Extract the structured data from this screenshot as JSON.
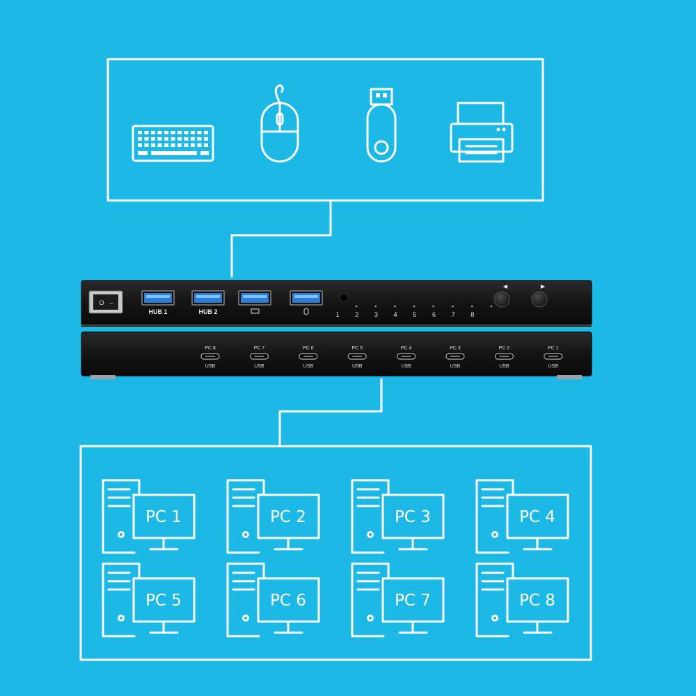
{
  "peripherals": [
    {
      "name": "keyboard-icon"
    },
    {
      "name": "mouse-icon"
    },
    {
      "name": "usb-drive-icon"
    },
    {
      "name": "printer-icon"
    }
  ],
  "front_panel": {
    "power_switch_labels": [
      "O",
      "–"
    ],
    "usb_ports": [
      {
        "label": "HUB 1",
        "icon": ""
      },
      {
        "label": "HUB 2",
        "icon": ""
      },
      {
        "label": "",
        "icon": "keyboard-icon"
      },
      {
        "label": "",
        "icon": "mouse-icon"
      }
    ],
    "indicators": [
      "1",
      "2",
      "3",
      "4",
      "5",
      "6",
      "7",
      "8"
    ],
    "buttons": [
      {
        "glyph": "◀",
        "name": "prev"
      },
      {
        "glyph": "▶",
        "name": "next"
      }
    ]
  },
  "back_panel": {
    "ports": [
      {
        "label": "PC 8",
        "type": "USB"
      },
      {
        "label": "PC 7",
        "type": "USB"
      },
      {
        "label": "PC 6",
        "type": "USB"
      },
      {
        "label": "PC 5",
        "type": "USB"
      },
      {
        "label": "PC 4",
        "type": "USB"
      },
      {
        "label": "PC 3",
        "type": "USB"
      },
      {
        "label": "PC 2",
        "type": "USB"
      },
      {
        "label": "PC 1",
        "type": "USB"
      }
    ]
  },
  "computers": [
    "PC 1",
    "PC 2",
    "PC 3",
    "PC 4",
    "PC 5",
    "PC 6",
    "PC 7",
    "PC 8"
  ],
  "colors": {
    "background": "#1db9e6",
    "line": "#ffffff",
    "device": "#141414",
    "usb_port": "#2a7fd4"
  }
}
